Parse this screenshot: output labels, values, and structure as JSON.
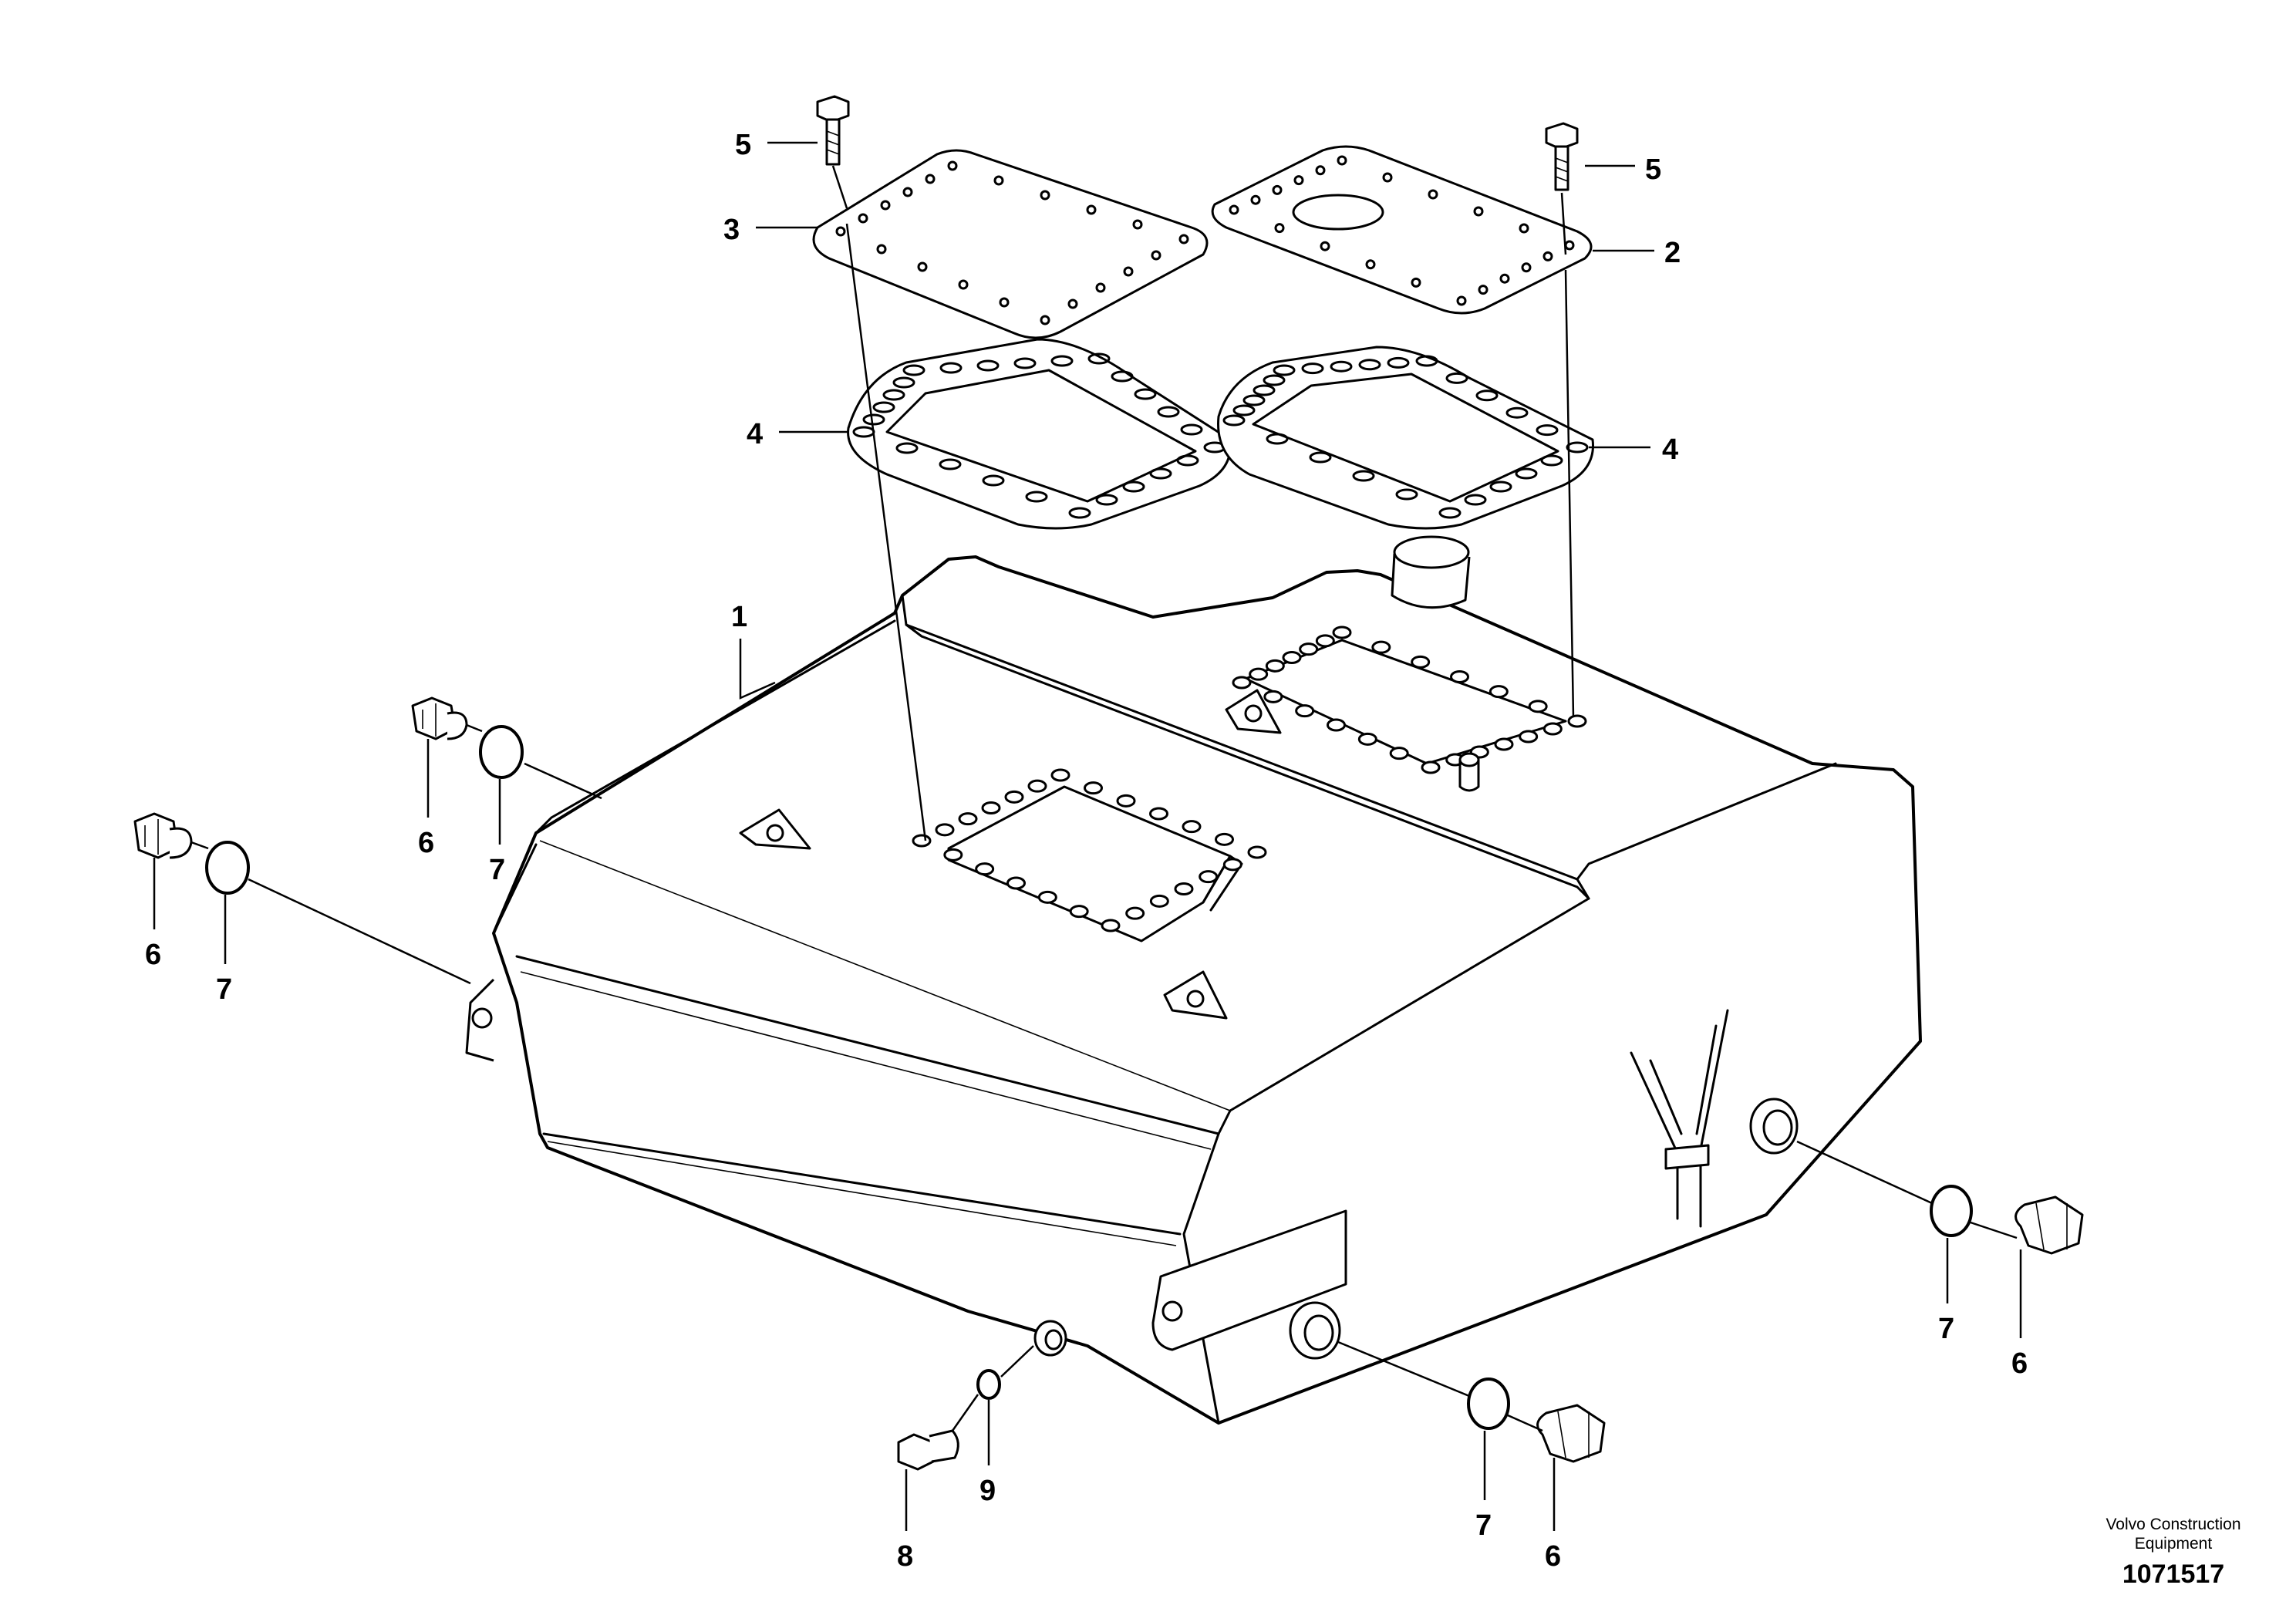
{
  "labels": {
    "l1": "1",
    "l2": "2",
    "l3": "3",
    "l4a": "4",
    "l4b": "4",
    "l5a": "5",
    "l5b": "5",
    "l6a": "6",
    "l6b": "6",
    "l6c": "6",
    "l6d": "6",
    "l7a": "7",
    "l7b": "7",
    "l7c": "7",
    "l7d": "7",
    "l8": "8",
    "l9": "9"
  },
  "brand": {
    "line1": "Volvo Construction",
    "line2": "Equipment"
  },
  "doc_number": "1071517"
}
